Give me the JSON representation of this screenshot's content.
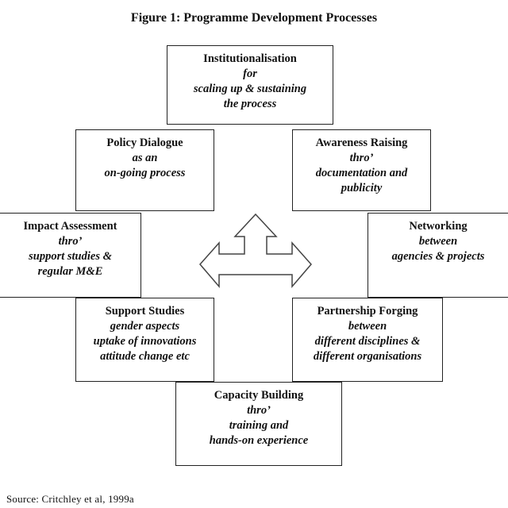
{
  "title": "Figure 1:  Programme Development Processes",
  "boxes": {
    "institutionalisation": {
      "heading": "Institutionalisation",
      "lines": [
        "for",
        "scaling up & sustaining",
        "the process"
      ]
    },
    "policy_dialogue": {
      "heading": "Policy Dialogue",
      "lines": [
        "as an",
        "on-going process"
      ]
    },
    "awareness_raising": {
      "heading": "Awareness Raising",
      "lines": [
        "thro’",
        "documentation and",
        "publicity"
      ]
    },
    "impact_assessment": {
      "heading": "Impact Assessment",
      "lines": [
        "thro’",
        "support studies &",
        "regular M&E"
      ]
    },
    "networking": {
      "heading": "Networking",
      "lines": [
        "between",
        "agencies & projects"
      ]
    },
    "support_studies": {
      "heading": "Support Studies",
      "lines": [
        "gender aspects",
        "uptake of innovations",
        "attitude change etc"
      ]
    },
    "partnership_forging": {
      "heading": "Partnership Forging",
      "lines": [
        "between",
        "different disciplines &",
        "different organisations"
      ]
    },
    "capacity_building": {
      "heading": "Capacity Building",
      "lines": [
        "thro’",
        "training and",
        "hands-on experience"
      ]
    }
  },
  "source": "Source:  Critchley et al, 1999a",
  "colors": {
    "border": "#222222",
    "text": "#111111",
    "background": "#ffffff"
  },
  "icons": {
    "center": "three-way-arrow-icon"
  }
}
